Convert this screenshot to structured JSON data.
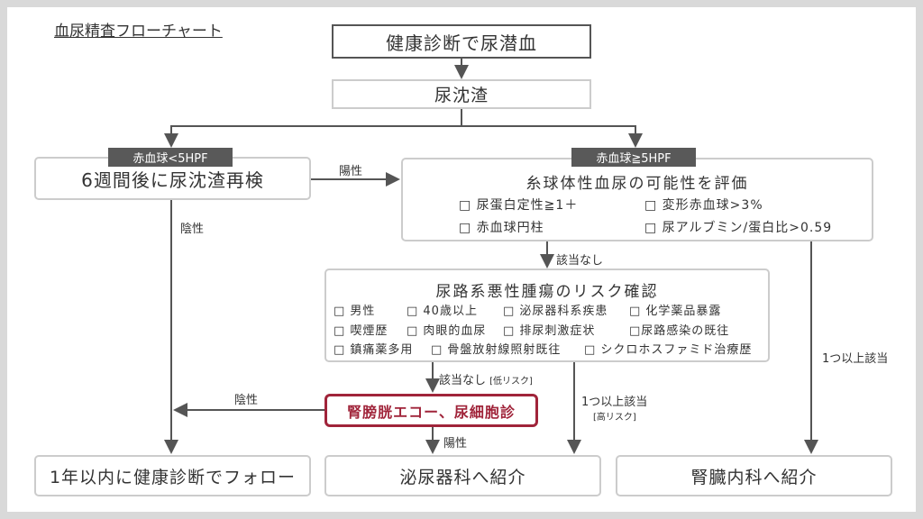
{
  "title": "血尿精査フローチャート",
  "start": "健康診断で尿潜血",
  "sediment": "尿沈渣",
  "tag_low": "赤血球<5HPF",
  "tag_high": "赤血球≧5HPF",
  "recheck": "6週間後に尿沈渣再検",
  "glom": {
    "title": "糸球体性血尿の可能性を評価",
    "items": [
      "□ 尿蛋白定性≧1＋",
      "□ 変形赤血球>3%",
      "□ 赤血球円柱",
      "□ 尿アルブミン/蛋白比>0.59"
    ]
  },
  "risk": {
    "title": "尿路系悪性腫瘍のリスク確認",
    "items": [
      "□ 男性",
      "□ 40歳以上",
      "□ 泌尿器科系疾患",
      "□ 化学薬品暴露",
      "□ 喫煙歴",
      "□ 肉眼的血尿",
      "□ 排尿刺激症状",
      "□尿路感染の既往",
      "□ 鎮痛薬多用",
      "□ 骨盤放射線照射既往",
      "□ シクロホスファミド治療歴"
    ]
  },
  "echo": "腎膀胱エコー、尿細胞診",
  "labels": {
    "positive1": "陽性",
    "negative1": "陰性",
    "none1": "該当なし",
    "one_or_more1": "1つ以上該当",
    "none2": "該当なし",
    "low_risk": "[低リスク]",
    "negative2": "陰性",
    "one_or_more2": "1つ以上該当",
    "high_risk": "[高リスク]",
    "positive2": "陽性"
  },
  "outcomes": [
    "1年以内に健康診断でフォロー",
    "泌尿器科へ紹介",
    "腎臓内科へ紹介"
  ]
}
